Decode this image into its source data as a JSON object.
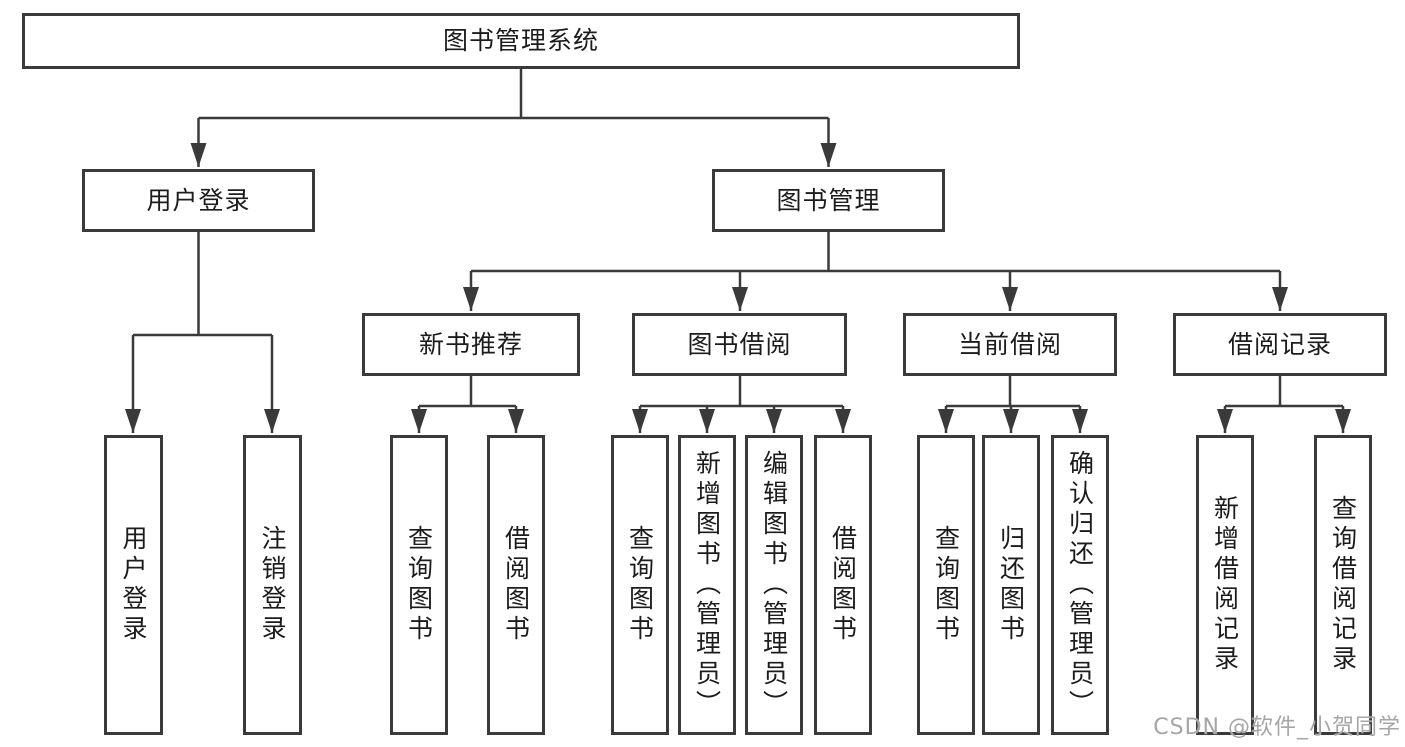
{
  "diagram_type": "tree",
  "watermark": "CSDN @软件_小贺同学",
  "colors": {
    "line": "#3a3a3a",
    "border": "#3a3a3a",
    "text": "#1c1c1c",
    "watermark": "#a6a6a6",
    "background": "#ffffff"
  },
  "root": {
    "label": "图书管理系统",
    "children": [
      {
        "label": "用户登录",
        "children": [
          {
            "label": "用户登录"
          },
          {
            "label": "注销登录"
          }
        ]
      },
      {
        "label": "图书管理",
        "children": [
          {
            "label": "新书推荐",
            "children": [
              {
                "label": "查询图书"
              },
              {
                "label": "借阅图书"
              }
            ]
          },
          {
            "label": "图书借阅",
            "children": [
              {
                "label": "查询图书"
              },
              {
                "label": "新增图书（管理员）"
              },
              {
                "label": "编辑图书（管理员）"
              },
              {
                "label": "借阅图书"
              }
            ]
          },
          {
            "label": "当前借阅",
            "children": [
              {
                "label": "查询图书"
              },
              {
                "label": "归还图书"
              },
              {
                "label": "确认归还（管理员）"
              }
            ]
          },
          {
            "label": "借阅记录",
            "children": [
              {
                "label": "新增借阅记录"
              },
              {
                "label": "查询借阅记录"
              }
            ]
          }
        ]
      }
    ]
  }
}
